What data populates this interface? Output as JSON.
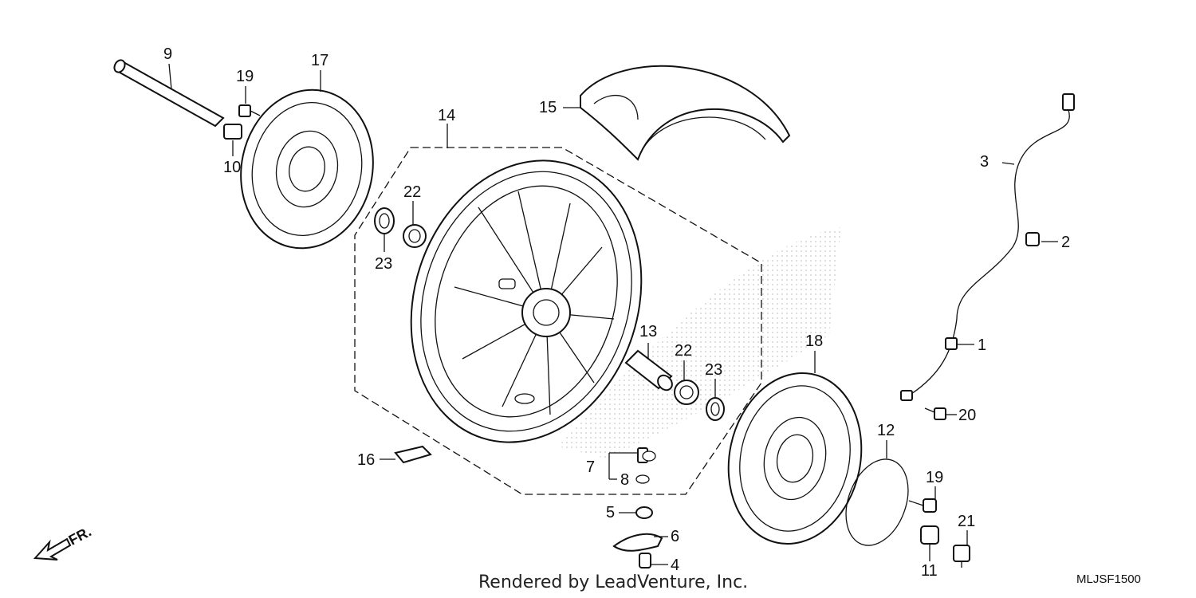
{
  "diagram": {
    "callouts": {
      "c1": "1",
      "c2": "2",
      "c3": "3",
      "c4": "4",
      "c5": "5",
      "c6": "6",
      "c7": "7",
      "c8": "8",
      "c9": "9",
      "c10": "10",
      "c11": "11",
      "c12": "12",
      "c13": "13",
      "c14": "14",
      "c15": "15",
      "c16": "16",
      "c17": "17",
      "c18": "18",
      "c19a": "19",
      "c19b": "19",
      "c20": "20",
      "c21": "21",
      "c22a": "22",
      "c22b": "22",
      "c23a": "23",
      "c23b": "23"
    },
    "direction_label": "FR.",
    "credit": "Rendered by LeadVenture, Inc.",
    "diagram_code": "MLJSF1500"
  }
}
